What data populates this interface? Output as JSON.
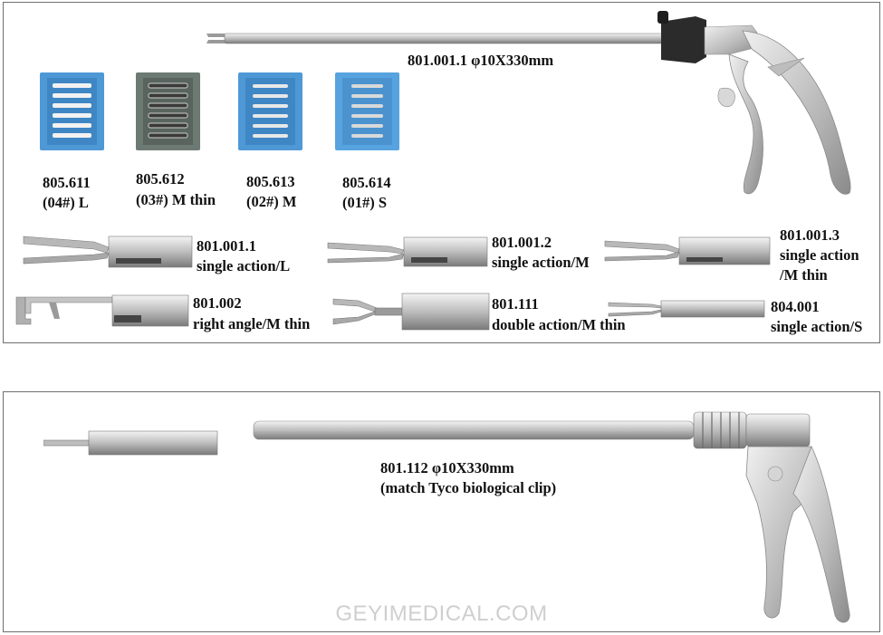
{
  "top": {
    "main_instrument_label": "801.001.1 φ10X330mm",
    "cartridges": [
      {
        "code": "805.611",
        "size": "(04#) L",
        "color": "#4f98d6",
        "clip_color": "#f2f2f2"
      },
      {
        "code": "805.612",
        "size": "(03#) M thin",
        "color": "#6d7a74",
        "clip_color": "#3a3a3a"
      },
      {
        "code": "805.613",
        "size": "(02#) M",
        "color": "#4f98d6",
        "clip_color": "#e8e8e8"
      },
      {
        "code": "805.614",
        "size": "(01#) S",
        "color": "#57a3df",
        "clip_color": "#d9d9d9"
      }
    ],
    "tips": [
      {
        "code": "801.001.1",
        "desc": "single action/L"
      },
      {
        "code": "801.001.2",
        "desc": "single action/M"
      },
      {
        "code": "801.001.3",
        "desc": "single action",
        "desc2": "/M thin"
      },
      {
        "code": "801.002",
        "desc": "right angle/M thin"
      },
      {
        "code": "801.111",
        "desc": "double action/M thin"
      },
      {
        "code": "804.001",
        "desc": "single action/S"
      }
    ]
  },
  "bottom": {
    "label_line1": "801.112 φ10X330mm",
    "label_line2": "(match Tyco biological clip)"
  },
  "watermark": "GEYIMEDICAL.COM",
  "colors": {
    "steel_light": "#e9e9e9",
    "steel_dark": "#7d7d7d",
    "knob": "#2b2b2b"
  }
}
